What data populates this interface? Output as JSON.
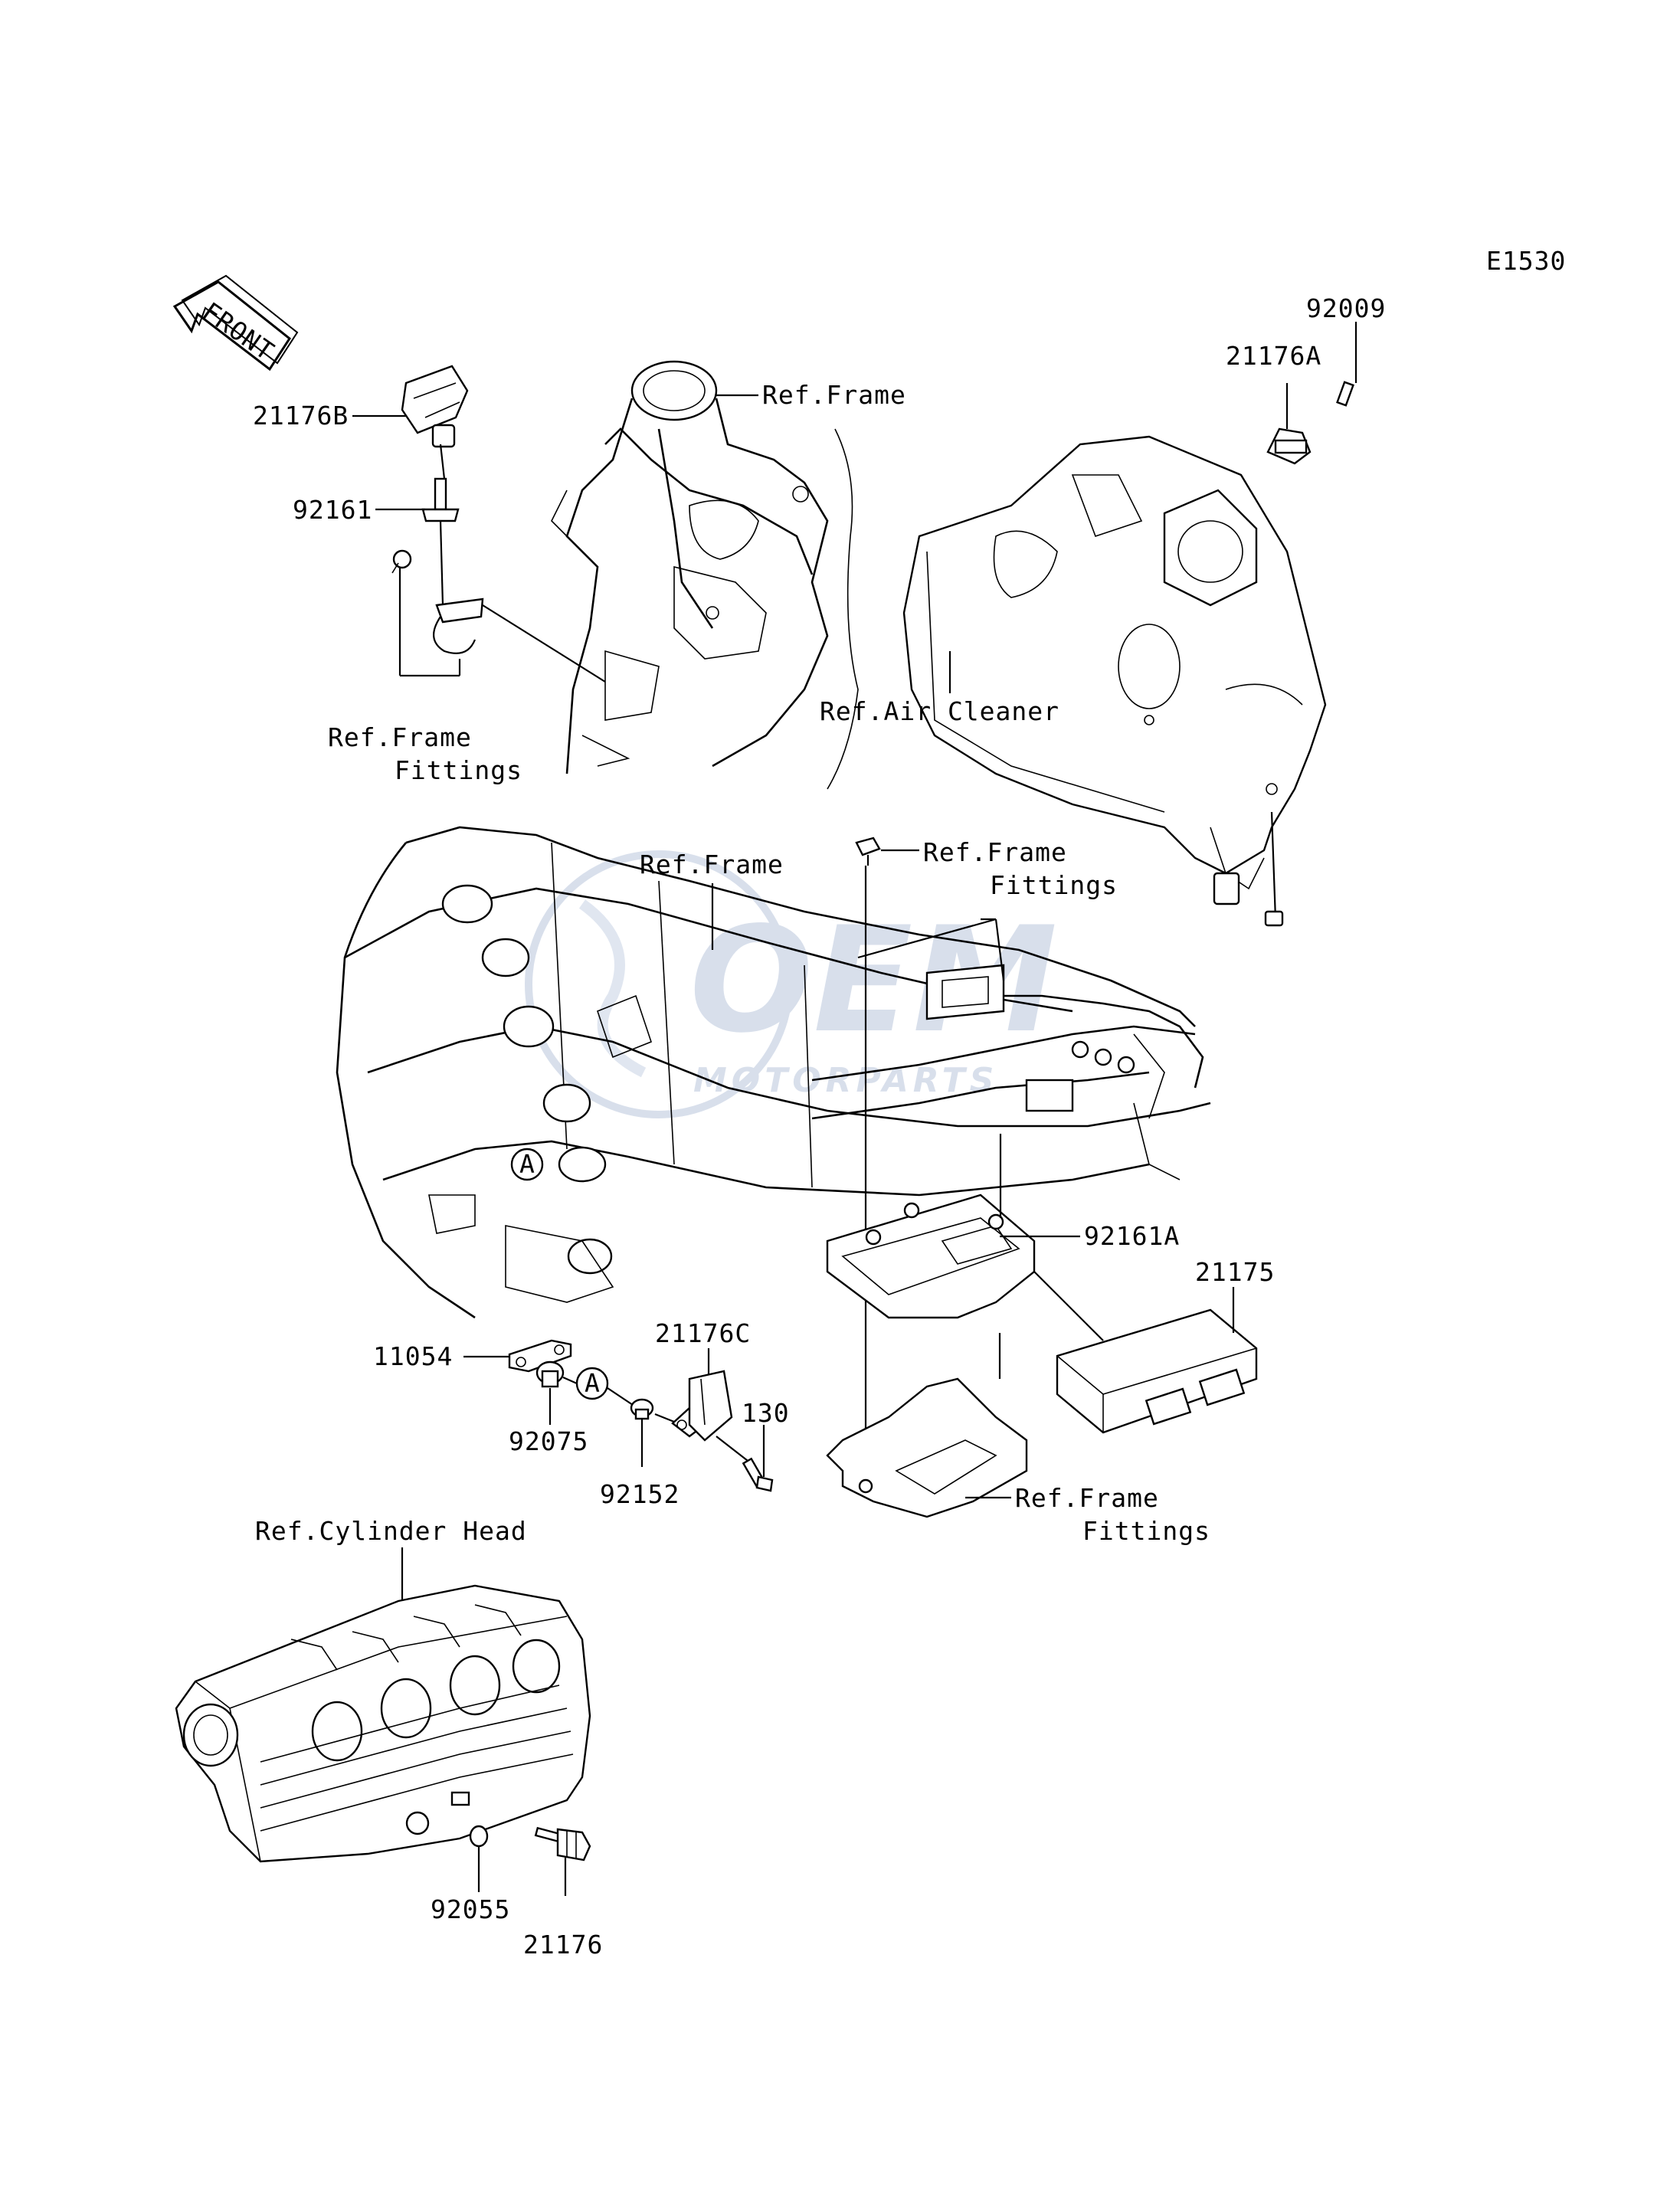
{
  "diagram_code": "E1530",
  "front_arrow_label": "FRONT",
  "circle_marker": "A",
  "watermark": {
    "logo": "OEM",
    "tagline": "MOTORPARTS"
  },
  "part_labels": {
    "p92009": "92009",
    "p21176A": "21176A",
    "p21176B": "21176B",
    "p92161": "92161",
    "p92161A": "92161A",
    "p21175": "21175",
    "p11054": "11054",
    "p21176C": "21176C",
    "p92075": "92075",
    "p92152": "92152",
    "p130": "130",
    "p92055": "92055",
    "p21176": "21176"
  },
  "ref_labels": {
    "frame_top": "Ref.Frame",
    "frame_fittings_left_1": "Ref.Frame",
    "frame_fittings_left_2": "Fittings",
    "air_cleaner": "Ref.Air Cleaner",
    "frame_mid": "Ref.Frame",
    "frame_fittings_right_1": "Ref.Frame",
    "frame_fittings_right_2": "Fittings",
    "frame_fittings_bottom_1": "Ref.Frame",
    "frame_fittings_bottom_2": "Fittings",
    "cylinder_head": "Ref.Cylinder Head"
  }
}
